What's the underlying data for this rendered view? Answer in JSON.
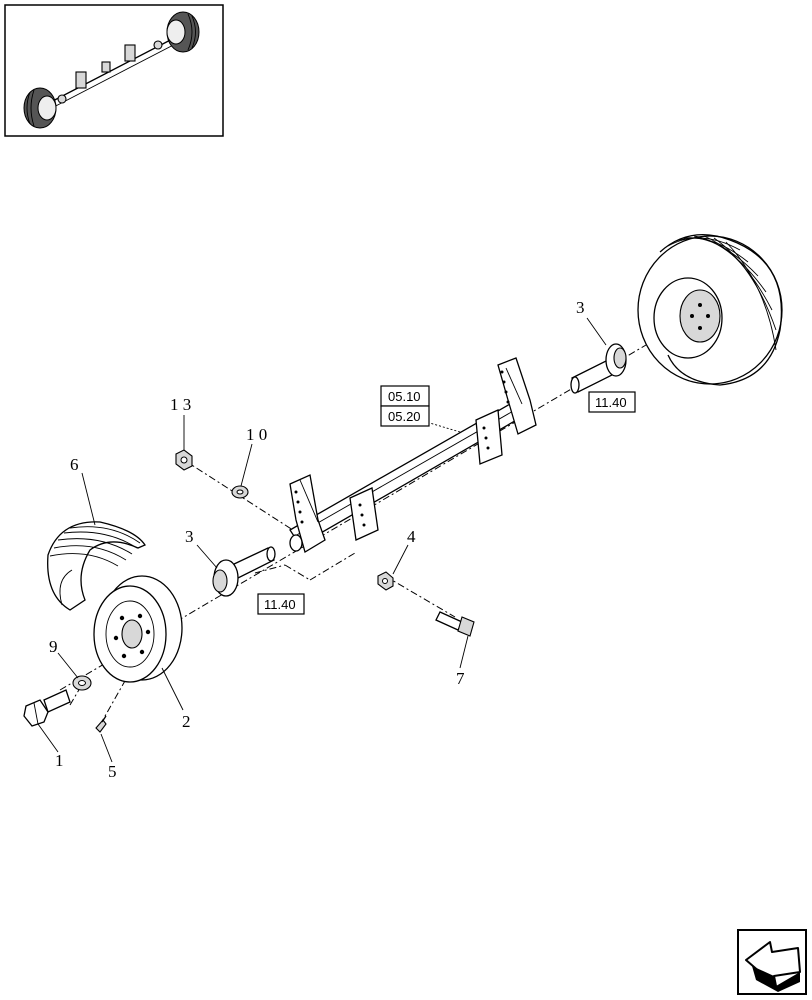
{
  "callouts": {
    "c1": "1",
    "c2": "2",
    "c3a": "3",
    "c3b": "3",
    "c4": "4",
    "c5": "5",
    "c6": "6",
    "c7": "7",
    "c9": "9",
    "c10": "1 0",
    "c13": "1 3"
  },
  "refs": {
    "r0510": "05.10",
    "r0520": "05.20",
    "r1140a": "11.40",
    "r1140b": "11.40"
  },
  "icons": {
    "nav": "back-arrow-icon"
  }
}
